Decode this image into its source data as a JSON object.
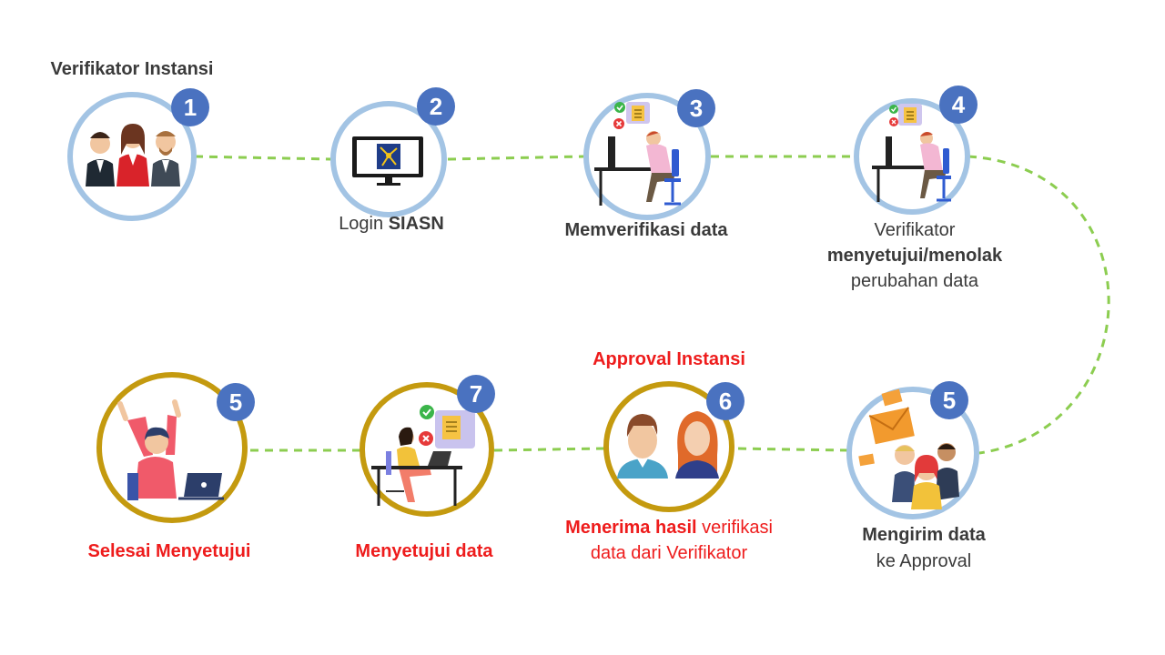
{
  "colors": {
    "blue_ring": "#a3c4e4",
    "gold_ring": "#c49a0f",
    "badge": "#4a72c0",
    "connector": "#8ccd50",
    "red_text": "#ee1c1c",
    "dark_text": "#3a3a3a"
  },
  "header_verifikator": "Verifikator Instansi",
  "header_approval": "Approval Instansi",
  "steps": [
    {
      "badge": "1",
      "icon": "three-people-icon"
    },
    {
      "badge": "2",
      "icon": "monitor-siasn-icon",
      "label_pre": "Login ",
      "label_bold": "SIASN"
    },
    {
      "badge": "3",
      "icon": "person-verifying-at-desk-icon",
      "label_bold": "Memverifikasi data"
    },
    {
      "badge": "4",
      "icon": "person-verifying-at-desk-icon",
      "line1": "Verifikator",
      "line2": "menyetujui/menolak",
      "line3": "perubahan data"
    },
    {
      "badge": "5",
      "icon": "sending-envelopes-group-icon",
      "line1": "Mengirim data",
      "line2": "ke Approval"
    },
    {
      "badge": "6",
      "icon": "two-people-icon",
      "line1_red_bold": "Menerima hasil",
      "line1_red": " verifikasi",
      "line2": "data dari Verifikator"
    },
    {
      "badge": "7",
      "icon": "woman-approving-at-laptop-icon",
      "label": "Menyetujui data"
    },
    {
      "badge": "5",
      "icon": "celebrating-person-icon",
      "label": "Selesai Menyetujui"
    }
  ]
}
